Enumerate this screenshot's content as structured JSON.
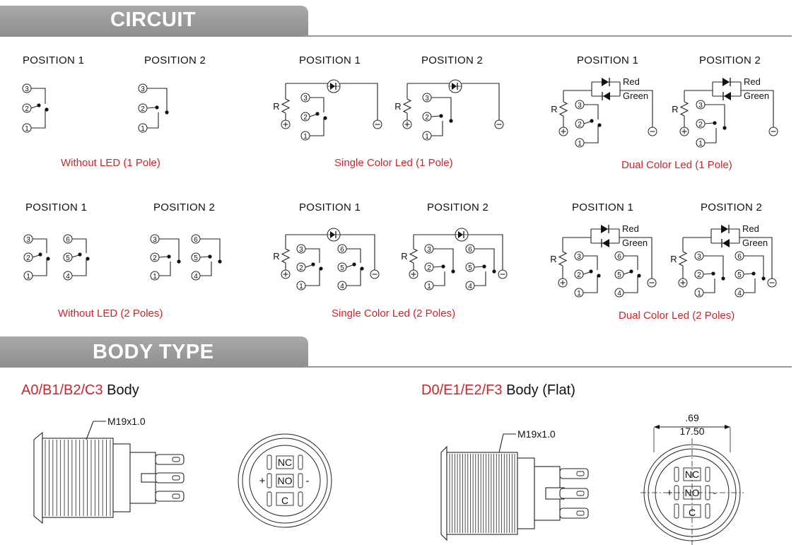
{
  "sections": {
    "circuit": "CIRCUIT",
    "body_type": "BODY TYPE"
  },
  "position_labels": {
    "p1": "POSITION 1",
    "p2": "POSITION 2"
  },
  "captions": {
    "without_led_1": "Without LED (1 Pole)",
    "single_led_1": "Single Color Led (1 Pole)",
    "dual_led_1": "Dual Color Led (1 Pole)",
    "without_led_2": "Without LED (2 Poles)",
    "single_led_2": "Single Color Led (2 Poles)",
    "dual_led_2": "Dual Color Led (2 Poles)"
  },
  "schematic_labels": {
    "resistor": "R",
    "red": "Red",
    "green": "Green",
    "plus": "+",
    "minus": "−",
    "terminals": [
      "1",
      "2",
      "3",
      "4",
      "5",
      "6"
    ]
  },
  "body_types": {
    "left": {
      "code": "A0/B1/B2/C3",
      "suffix": " Body",
      "thread": "M19x1.0"
    },
    "right": {
      "code": "D0/E1/E2/F3",
      "suffix": " Body (Flat)",
      "thread": "M19x1.0",
      "dim_inch": ".69",
      "dim_mm": "17.50"
    }
  },
  "terminal_face": {
    "nc": "NC",
    "no": "NO",
    "c": "C",
    "plus": "+",
    "minus": "-"
  },
  "colors": {
    "accent_red": "#d2232a",
    "banner_gray": "#999999"
  }
}
